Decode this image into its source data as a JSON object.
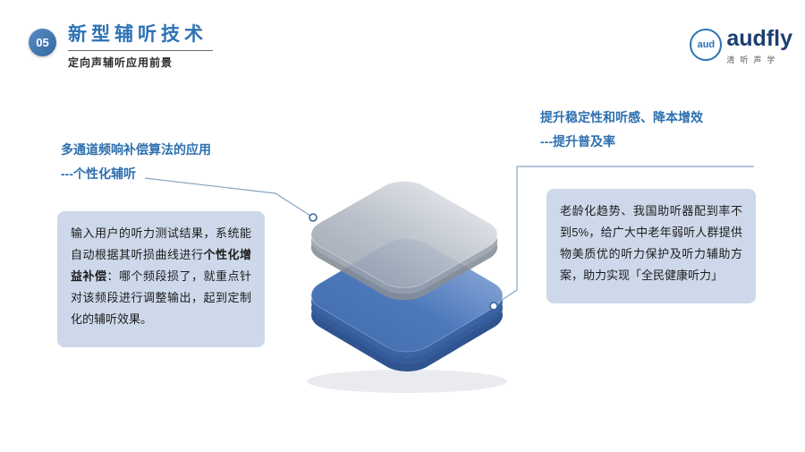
{
  "header": {
    "badge": "05",
    "title": "新型辅听技术",
    "subtitle": "定向声辅听应用前景"
  },
  "logo": {
    "mark": "aud",
    "name": "audfly",
    "tagline": "清听声学"
  },
  "left_callout": {
    "heading_line1": "多通道频响补偿算法的应用",
    "heading_line2": "---个性化辅听",
    "body_before": "输入用户的听力测试结果，系统能自动根据其听损曲线进行",
    "body_bold": "个性化增益补偿",
    "body_after": "：哪个频段损了，就重点针对该频段进行调整输出，起到定制化的辅听效果。"
  },
  "right_callout": {
    "heading_line1": "提升稳定性和听感、降本增效",
    "heading_line2": "---提升普及率",
    "body": "老龄化趋势、我国助听器配到率不到5%，给广大中老年弱听人群提供物美质优的听力保护及听力辅助方案，助力实现「全民健康听力」"
  },
  "colors": {
    "accent_blue": "#2d72b5",
    "callout_bg": "#cdd8ea",
    "shape_blue": "#4d79bc",
    "shape_gray": "#b7bec8"
  }
}
